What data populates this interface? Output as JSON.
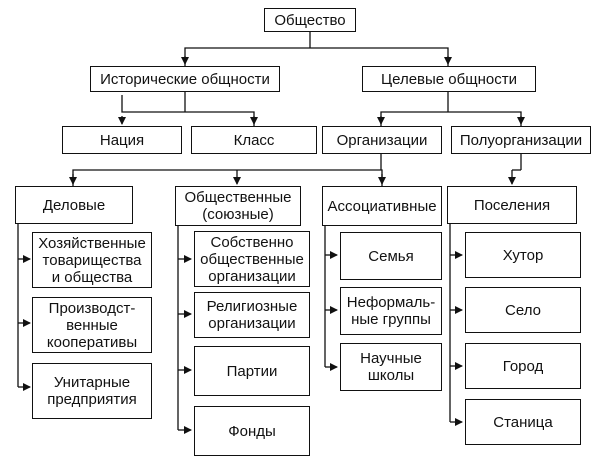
{
  "root": "Общество",
  "level1": {
    "historical": "Исторические общности",
    "target": "Целевые общности"
  },
  "level2": {
    "nation": "Нация",
    "class": "Класс",
    "organizations": "Организации",
    "semi_organizations": "Полуорганизации"
  },
  "columns": {
    "business": {
      "title": "Деловые",
      "items": [
        "Хозяйственные\nтоварищества\nи общества",
        "Производст-\nвенные\nкооперативы",
        "Унитарные\nпредприятия"
      ]
    },
    "public": {
      "title": "Общественные\n(союзные)",
      "items": [
        "Собственно\nобщественные\nорганизации",
        "Религиозные\nорганизации",
        "Партии",
        "Фонды"
      ]
    },
    "associative": {
      "title": "Ассоциативные",
      "items": [
        "Семья",
        "Неформаль-\nные группы",
        "Научные\nшколы"
      ]
    },
    "settlements": {
      "title": "Поселения",
      "items": [
        "Хутор",
        "Село",
        "Город",
        "Станица"
      ]
    }
  }
}
